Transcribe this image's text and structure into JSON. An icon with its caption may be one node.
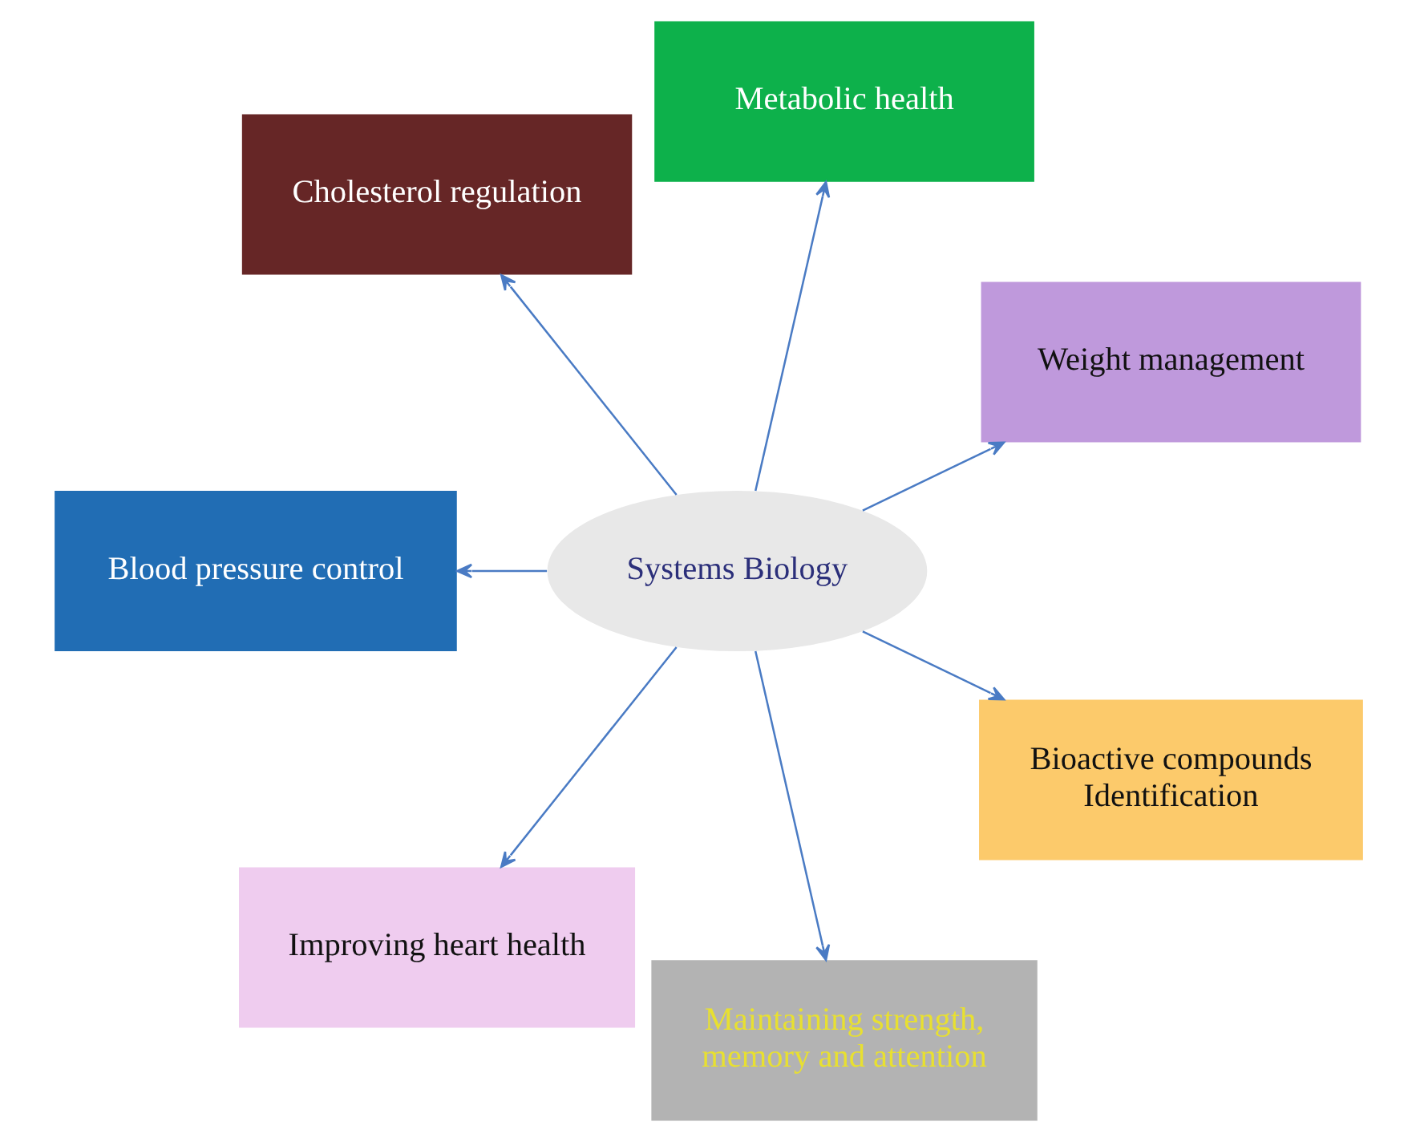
{
  "diagram": {
    "nodes": [
      {
        "text": [
          "Systems Biology"
        ]
      },
      {
        "text": [
          "Weight management"
        ]
      },
      {
        "text": [
          "Metabolic health"
        ]
      },
      {
        "text": [
          "Cholesterol regulation"
        ]
      },
      {
        "text": [
          "Blood pressure control"
        ]
      },
      {
        "text": [
          "Improving heart health"
        ]
      },
      {
        "text": [
          "Maintaining strength, memory and attention"
        ]
      },
      {
        "text": [
          "Bioactive compounds Identification"
        ]
      }
    ],
    "edges": [
      {
        "from": 0,
        "to": 1,
        "arrow": "to"
      },
      {
        "from": 0,
        "to": 2,
        "arrow": "to"
      },
      {
        "from": 0,
        "to": 3,
        "arrow": "to"
      },
      {
        "from": 0,
        "to": 4,
        "arrow": "to"
      },
      {
        "from": 0,
        "to": 5,
        "arrow": "to"
      },
      {
        "from": 0,
        "to": 6,
        "arrow": "to"
      },
      {
        "from": 0,
        "to": 7,
        "arrow": "to"
      }
    ]
  }
}
